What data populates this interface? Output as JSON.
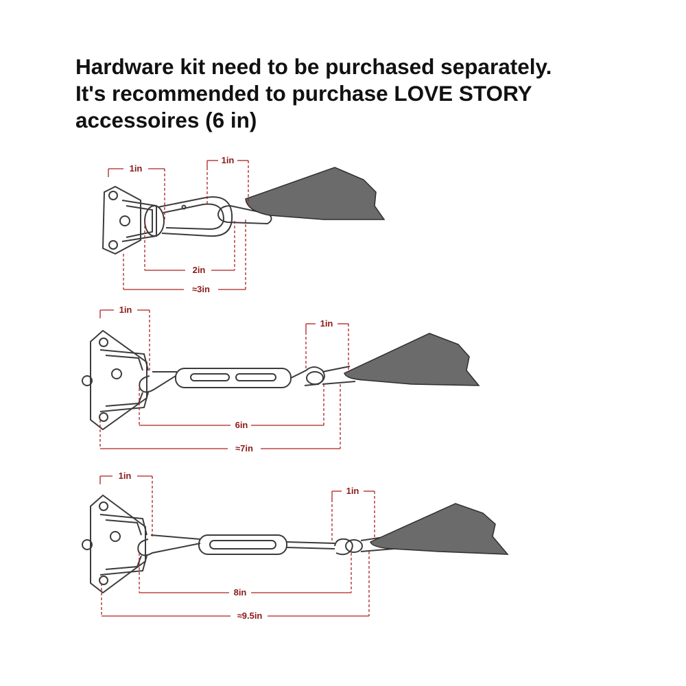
{
  "headline": {
    "line1": "Hardware kit need to be purchased separately.",
    "line2": "It's recommended to purchase LOVE STORY",
    "line3": "accessoires (6 in)"
  },
  "assemblies": [
    {
      "id": "snap-hook",
      "labels": {
        "left_top": "1in",
        "right_top": "1in",
        "middle": "2in",
        "total": "≈3in"
      }
    },
    {
      "id": "turnbuckle-6in",
      "labels": {
        "left_top": "1in",
        "right_top": "1in",
        "middle": "6in",
        "total": "≈7in"
      }
    },
    {
      "id": "turnbuckle-8in",
      "labels": {
        "left_top": "1in",
        "right_top": "1in",
        "middle": "8in",
        "total": "≈9.5in"
      }
    }
  ],
  "colors": {
    "dimension": "#b01e1e",
    "sail": "#6b6b6b",
    "hardware": "#3b3b3b"
  }
}
